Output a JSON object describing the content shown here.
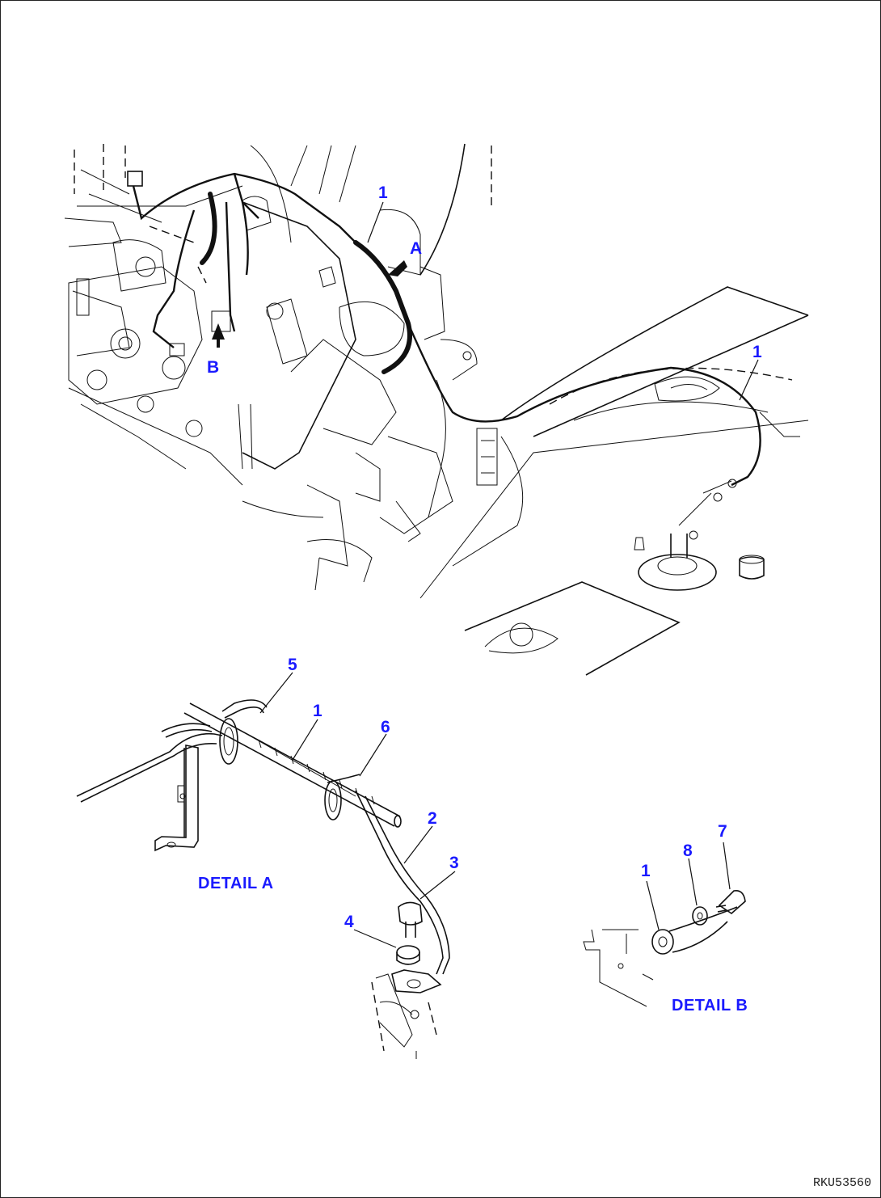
{
  "labels": {
    "main_harness": "1",
    "main_a": "A",
    "main_b": "B",
    "main_cable": "1",
    "detail_a_5": "5",
    "detail_a_1": "1",
    "detail_a_6": "6",
    "detail_a_2": "2",
    "detail_a_3": "3",
    "detail_a_4": "4",
    "detail_b_1": "1",
    "detail_b_8": "8",
    "detail_b_7": "7"
  },
  "details": {
    "a_title": "DETAIL A",
    "b_title": "DETAIL B"
  },
  "drawing_code": "RKU53560",
  "colors": {
    "callout": "#1a1aff",
    "line": "#111111"
  }
}
